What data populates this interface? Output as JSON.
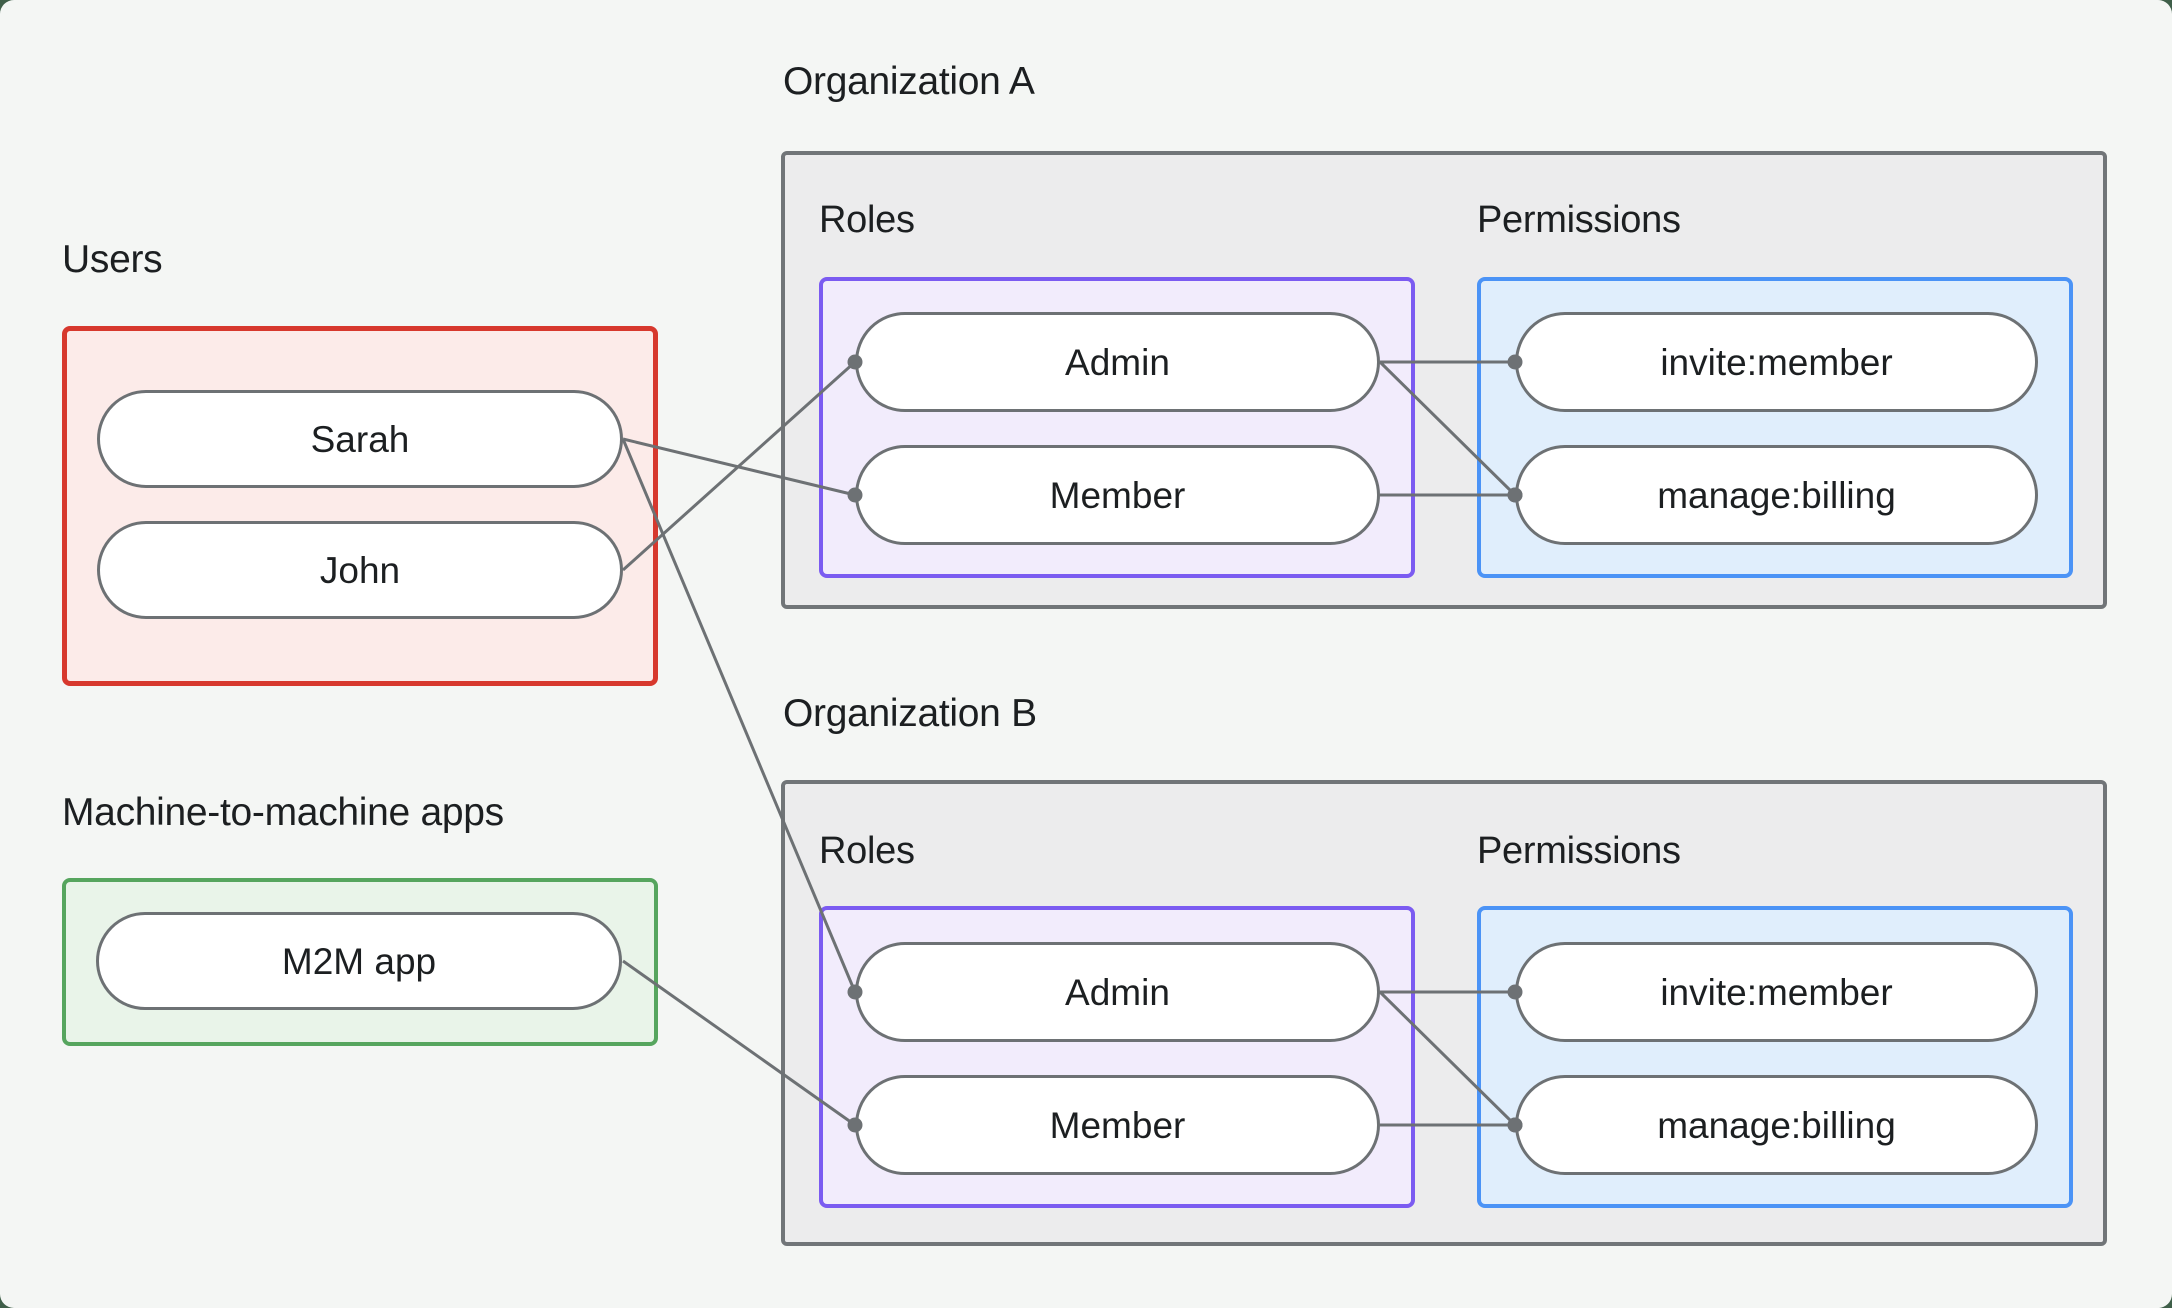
{
  "users_group": {
    "label": "Users",
    "items": [
      {
        "id": "users-sarah",
        "label": "Sarah"
      },
      {
        "id": "users-john",
        "label": "John"
      }
    ]
  },
  "m2m_group": {
    "label": "Machine-to-machine apps",
    "items": [
      {
        "id": "m2m-app",
        "label": "M2M app"
      }
    ]
  },
  "organizations": [
    {
      "title": "Organization A",
      "roles_label": "Roles",
      "permissions_label": "Permissions",
      "roles": [
        {
          "id": "orgA-role-admin",
          "label": "Admin"
        },
        {
          "id": "orgA-role-member",
          "label": "Member"
        }
      ],
      "permissions": [
        {
          "id": "orgA-perm-invite",
          "label": "invite:member"
        },
        {
          "id": "orgA-perm-manage",
          "label": "manage:billing"
        }
      ]
    },
    {
      "title": "Organization B",
      "roles_label": "Roles",
      "permissions_label": "Permissions",
      "roles": [
        {
          "id": "orgB-role-admin",
          "label": "Admin"
        },
        {
          "id": "orgB-role-member",
          "label": "Member"
        }
      ],
      "permissions": [
        {
          "id": "orgB-perm-invite",
          "label": "invite:member"
        },
        {
          "id": "orgB-perm-manage",
          "label": "manage:billing"
        }
      ]
    }
  ],
  "connections": [
    {
      "from": "users-sarah",
      "to": "orgA-role-member"
    },
    {
      "from": "users-sarah",
      "to": "orgB-role-admin"
    },
    {
      "from": "users-john",
      "to": "orgA-role-admin"
    },
    {
      "from": "m2m-app",
      "to": "orgB-role-member"
    },
    {
      "from": "orgA-role-admin",
      "to": "orgA-perm-invite"
    },
    {
      "from": "orgA-role-admin",
      "to": "orgA-perm-manage"
    },
    {
      "from": "orgA-role-member",
      "to": "orgA-perm-manage"
    },
    {
      "from": "orgB-role-admin",
      "to": "orgB-perm-invite"
    },
    {
      "from": "orgB-role-admin",
      "to": "orgB-perm-manage"
    },
    {
      "from": "orgB-role-member",
      "to": "orgB-perm-manage"
    }
  ],
  "colors": {
    "canvas_bg": "#f4f6f4",
    "frame_bg": "#3f5f49",
    "text": "#1c1f21",
    "users_border": "#d7382d",
    "users_fill": "#fcebe9",
    "m2m_border": "#56a55e",
    "m2m_fill": "#e9f4e9",
    "org_border": "#717578",
    "org_fill": "#ececed",
    "roles_border": "#7b5bf1",
    "roles_fill": "#f2ecfc",
    "permissions_border": "#4b93f6",
    "permissions_fill": "#e0eefc",
    "pill_border": "#6d7174",
    "pill_fill": "#ffffff",
    "connector": "#6d7174"
  }
}
